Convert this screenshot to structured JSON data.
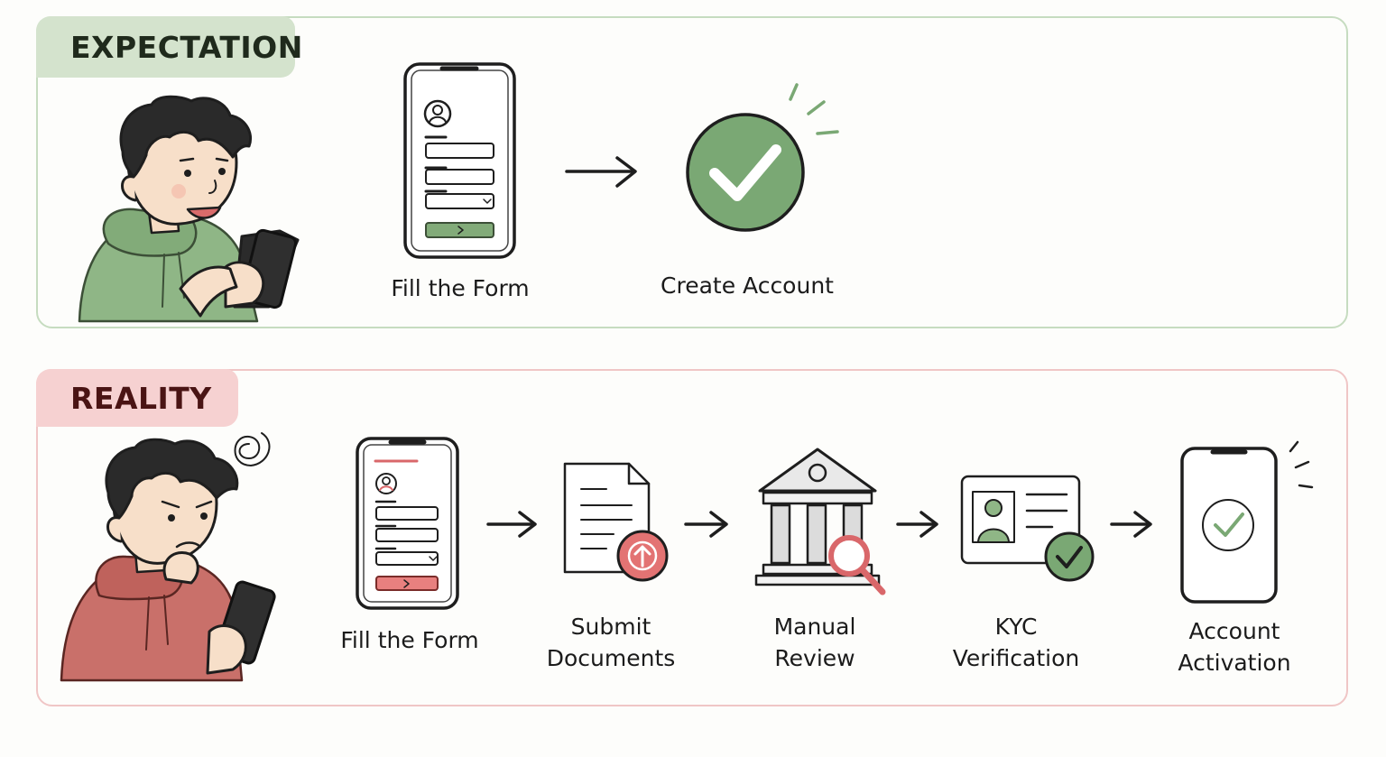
{
  "expectation": {
    "tag": "EXPECTATION",
    "steps": [
      {
        "label": "Fill the Form"
      },
      {
        "label": "Create Account"
      }
    ]
  },
  "reality": {
    "tag": "REALITY",
    "steps": [
      {
        "label": "Fill the Form"
      },
      {
        "label": "Submit",
        "label2": "Documents"
      },
      {
        "label": "Manual",
        "label2": "Review"
      },
      {
        "label": "KYC",
        "label2": "Verification"
      },
      {
        "label": "Account",
        "label2": "Activation"
      }
    ]
  },
  "colors": {
    "green_accent": "#7aa874",
    "green_panel": "#c6dcc0",
    "red_accent": "#d9676a",
    "red_panel": "#f0c6c6"
  },
  "icons": [
    "person-happy-icon",
    "phone-form-icon",
    "arrow-right-icon",
    "check-circle-icon",
    "person-confused-icon",
    "document-upload-icon",
    "bank-review-icon",
    "id-card-check-icon",
    "phone-check-icon"
  ]
}
